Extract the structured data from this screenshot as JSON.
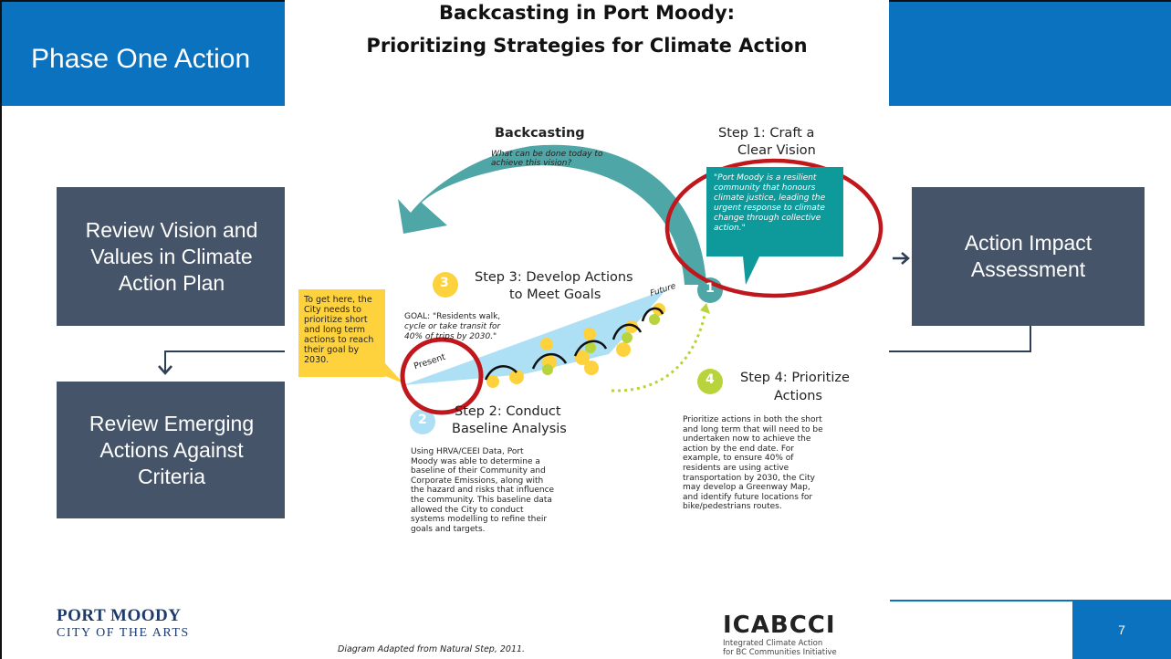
{
  "slide": {
    "title": "Phase One Action",
    "page_number": "7"
  },
  "left_boxes": [
    {
      "lines": [
        "Review Vision and",
        "Values in Climate",
        "Action Plan"
      ]
    },
    {
      "lines": [
        "Review Emerging",
        "Actions Against",
        "Criteria"
      ]
    }
  ],
  "right_box": {
    "lines": [
      "Action Impact",
      "Assessment"
    ]
  },
  "logo": {
    "name": "PORT MOODY",
    "tagline": "CITY OF THE ARTS"
  },
  "diagram": {
    "title_line1": "Backcasting in Port Moody:",
    "title_line2": "Prioritizing Strategies for Climate Action",
    "backcasting_heading": "Backcasting",
    "backcasting_sub1": "What can be done today to",
    "backcasting_sub2": "achieve this vision?",
    "step1_title1": "Step 1: Craft a",
    "step1_title2": "Clear Vision",
    "step1_quote": "\"Port Moody is a resilient community that honours climate justice, leading the urgent response to climate change through collective action.\"",
    "step1_num": "1",
    "step3_num": "3",
    "step3_title1": "Step 3: Develop Actions",
    "step3_title2": "to Meet Goals",
    "future_label": "Future",
    "present_label": "Present",
    "goal_line1": "GOAL: \"Residents walk,",
    "goal_line2": "cycle or take transit for",
    "goal_line3": "40% of trips by 2030.\"",
    "yellow_callout": "To get here, the City needs to prioritize short and long term actions to reach their goal by 2030.",
    "step2_num": "2",
    "step2_title1": "Step 2: Conduct",
    "step2_title2": "Baseline Analysis",
    "step2_body": [
      "Using HRVA/CEEI Data, Port",
      "Moody was able to determine a",
      "baseline of their Community and",
      "Corporate Emissions, along with",
      "the hazard and risks that influence",
      "the community. This baseline data",
      "allowed the City to conduct",
      "systems modelling to refine their",
      "goals and targets."
    ],
    "step4_num": "4",
    "step4_title1": "Step 4: Prioritize",
    "step4_title2": "Actions",
    "step4_body": [
      "Prioritize actions in both the short",
      "and long term that will need to be",
      "undertaken now to achieve the",
      "action by the end date. For",
      "example, to ensure 40% of",
      "residents are using active",
      "transportation by 2030, the City",
      "may develop a Greenway Map,",
      "and identify future locations for",
      "bike/pedestrians routes."
    ],
    "footer_note": "Diagram Adapted from Natural Step, 2011.",
    "org_acronym": "ICABCCI",
    "org_name1": "Integrated Climate Action",
    "org_name2": "for BC Communities Initiative"
  },
  "colors": {
    "header_blue": "#0a72bf",
    "box_slate": "#455468",
    "teal": "#0e9a9a",
    "arrow_teal": "#4ea6a6",
    "highlight_red": "#c0171d",
    "yellow": "#fed23d",
    "light_blue": "#aee0f5",
    "green": "#b7d43c"
  }
}
